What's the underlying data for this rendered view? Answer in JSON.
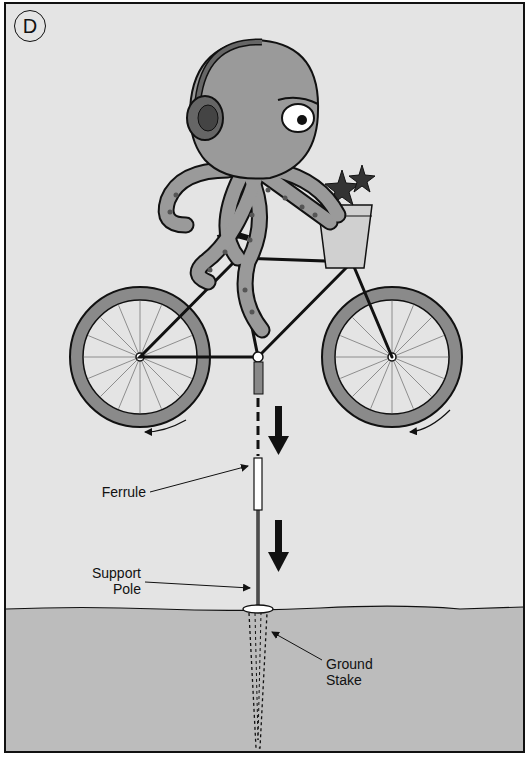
{
  "diagram": {
    "nodes": [
      {
        "text": [
          "D"
        ]
      }
    ],
    "labels": [
      "Ferrule",
      "Support Pole",
      "Ground Stake"
    ]
  }
}
